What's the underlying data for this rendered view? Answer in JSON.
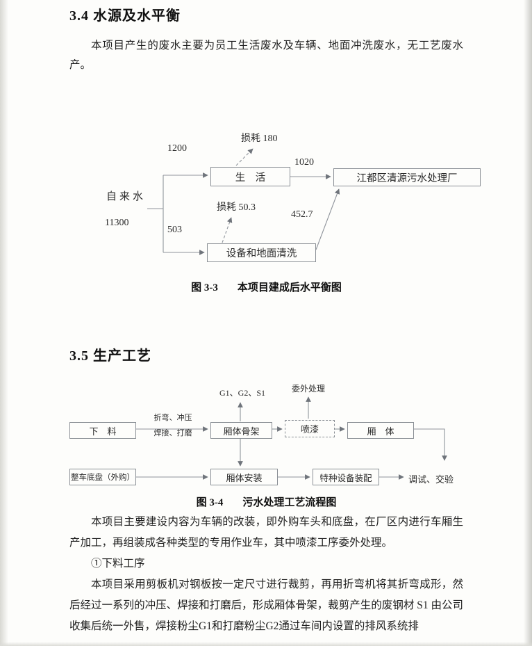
{
  "section_3_4": {
    "heading": "3.4 水源及水平衡",
    "intro": "本项目产生的废水主要为员工生活废水及车辆、地面冲洗废水，无工艺废水产。"
  },
  "figure_3_3": {
    "source_label": "自来水",
    "source_value": "11300",
    "branch_top_value": "1200",
    "branch_bottom_value": "503",
    "loss_top_label": "损耗 180",
    "loss_bottom_label": "损耗 50.3",
    "to_plant_top_value": "1020",
    "to_plant_bottom_value": "452.7",
    "box_life": "生　活",
    "box_cleaning": "设备和地面清洗",
    "box_plant": "江都区清源污水处理厂",
    "caption_number": "图 3-3",
    "caption_title": "本项目建成后水平衡图"
  },
  "section_3_5": {
    "heading": "3.5 生产工艺"
  },
  "figure_3_4": {
    "pollutants_label": "G1、G2、S1",
    "outsource_label": "委外处理",
    "box_cutting": "下　料",
    "process_line1": "折弯、冲压",
    "process_line2": "焊接、打磨",
    "box_frame": "厢体骨架",
    "box_paint": "喷漆",
    "box_body": "厢　体",
    "box_chassis": "整车底盘（外购）",
    "box_install": "厢体安装",
    "box_assembly": "特种设备装配",
    "test_label": "调试、交验",
    "caption_number": "图 3-4",
    "caption_title": "污水处理工艺流程图"
  },
  "body_text": {
    "paragraph1": "本项目主要建设内容为车辆的改装，即外购车头和底盘，在厂区内进行车厢生产加工，再组装成各种类型的专用作业车，其中喷漆工序委外处理。",
    "step1_heading": "①下料工序",
    "paragraph2": "本项目采用剪板机对钢板按一定尺寸进行裁剪，再用折弯机将其折弯成形，然后经过一系列的冲压、焊接和打磨后，形成厢体骨架，裁剪产生的废钢材 S1 由公司收集后统一外售，焊接粉尘G1和打磨粉尘G2通过车间内设置的排风系统排"
  }
}
